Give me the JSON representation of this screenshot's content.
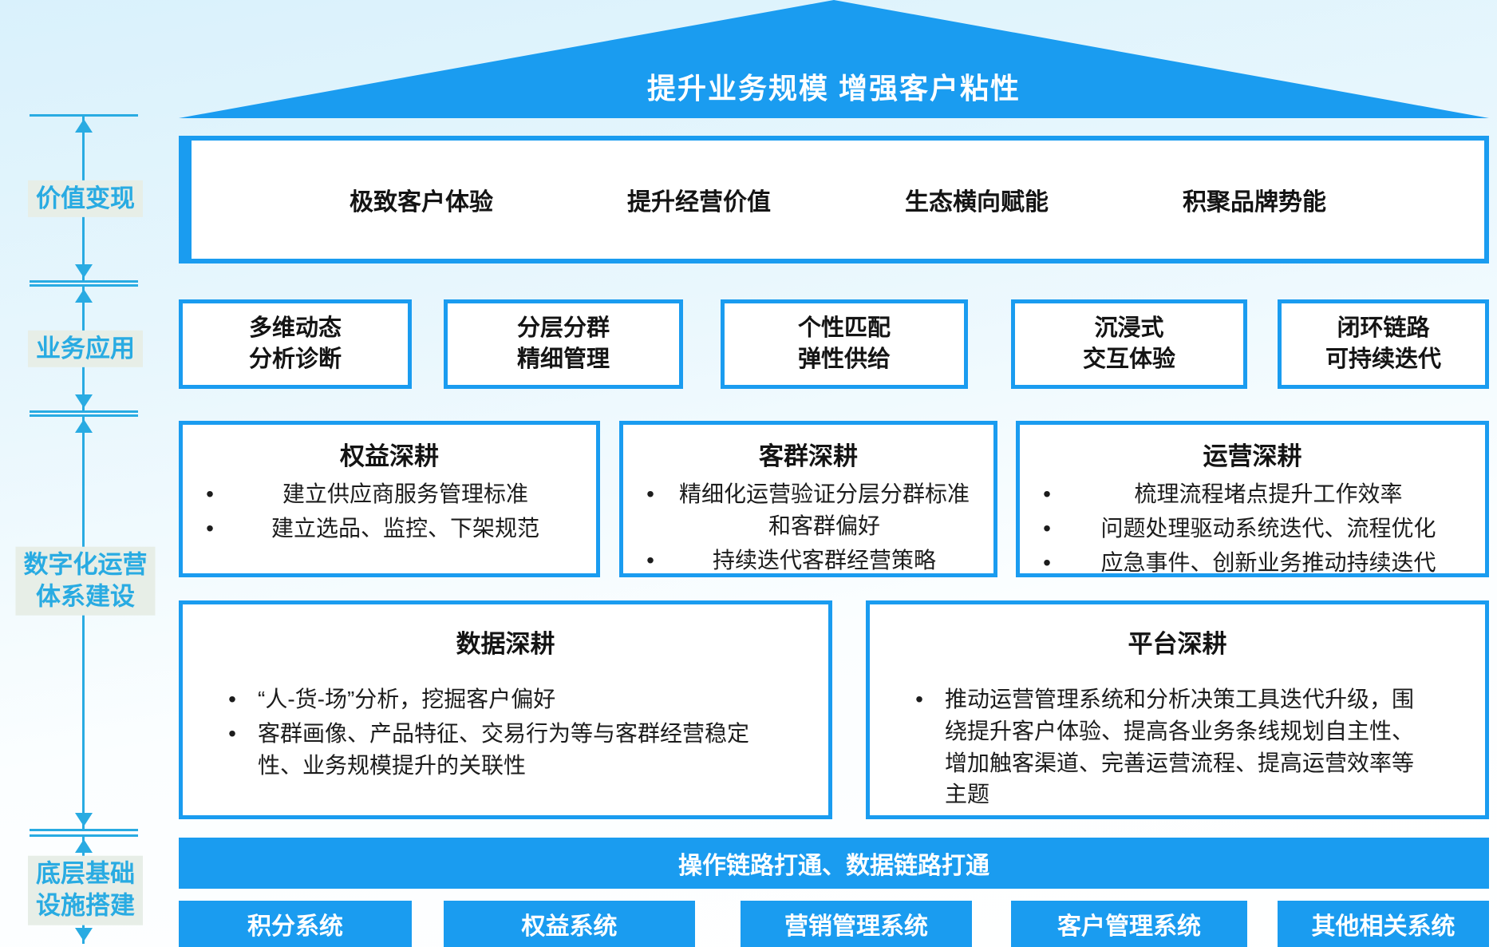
{
  "colors": {
    "accent": "#1A9CF0",
    "arrow": "#29ABE2",
    "label-bg": "#E7EEE7",
    "ink": "#141414"
  },
  "roof": {
    "title": "提升业务规模 增强客户粘性"
  },
  "rail": [
    {
      "lines": [
        "价值变现"
      ]
    },
    {
      "lines": [
        "业务应用"
      ]
    },
    {
      "lines": [
        "数字化运营",
        "体系建设"
      ]
    },
    {
      "lines": [
        "底层基础",
        "设施搭建"
      ]
    }
  ],
  "value_layer": {
    "items": [
      "极致客户体验",
      "提升经营价值",
      "生态横向赋能",
      "积聚品牌势能"
    ]
  },
  "application_layer": [
    {
      "line1": "多维动态",
      "line2": "分析诊断"
    },
    {
      "line1": "分层分群",
      "line2": "精细管理"
    },
    {
      "line1": "个性匹配",
      "line2": "弹性供给"
    },
    {
      "line1": "沉浸式",
      "line2": "交互体验"
    },
    {
      "line1": "闭环链路",
      "line2": "可持续迭代"
    }
  ],
  "operation_layer": {
    "row1": [
      {
        "title": "权益深耕",
        "bullets": [
          "建立供应商服务管理标准",
          "建立选品、监控、下架规范"
        ]
      },
      {
        "title": "客群深耕",
        "bullets": [
          "精细化运营验证分层分群标准和客群偏好",
          "持续迭代客群经营策略"
        ]
      },
      {
        "title": "运营深耕",
        "bullets": [
          "梳理流程堵点提升工作效率",
          "问题处理驱动系统迭代、流程优化",
          "应急事件、创新业务推动持续迭代"
        ]
      }
    ],
    "row2": [
      {
        "title": "数据深耕",
        "bullets": [
          "“人-货-场”分析，挖掘客户偏好",
          "客群画像、产品特征、交易行为等与客群经营稳定性、业务规模提升的关联性"
        ]
      },
      {
        "title": "平台深耕",
        "bullets": [
          "推动运营管理系统和分析决策工具迭代升级，围绕提升客户体验、提高各业务条线规划自主性、增加触客渠道、完善运营流程、提高运营效率等主题"
        ]
      }
    ]
  },
  "foundation_layer": {
    "bar": "操作链路打通、数据链路打通",
    "systems": [
      "积分系统",
      "权益系统",
      "营销管理系统",
      "客户管理系统",
      "其他相关系统"
    ]
  }
}
